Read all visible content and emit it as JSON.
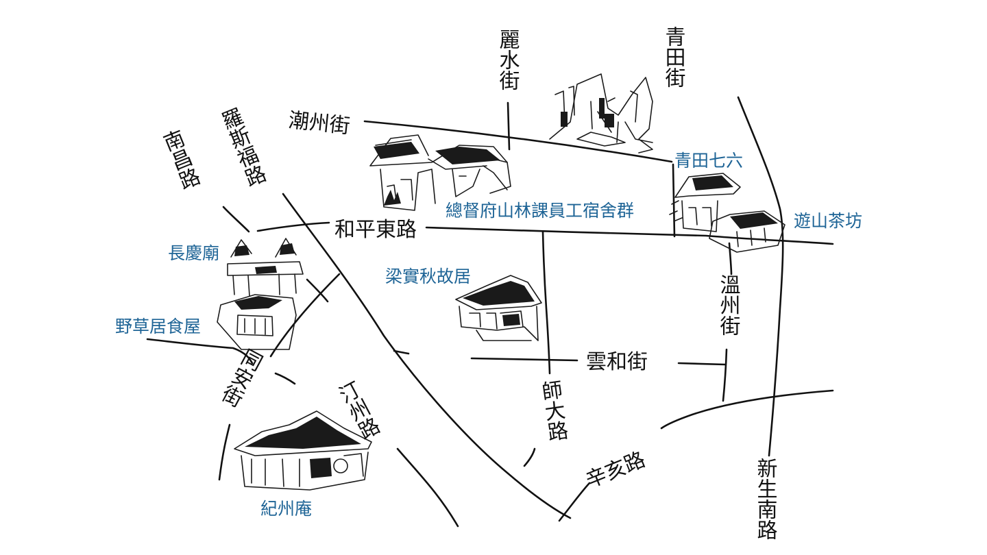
{
  "colors": {
    "place_label": "#1e6496",
    "ink": "#111111",
    "background": "#ffffff"
  },
  "streets": {
    "lishui": "麗水街",
    "qingtian": "青田街",
    "chaozhou": "潮州街",
    "nanchang": "南昌路",
    "roosevelt": "羅斯福路",
    "heping_east": "和平東路",
    "wenzhou": "溫州街",
    "yunhe": "雲和街",
    "shida": "師大路",
    "tongan": "同安街",
    "tingzhou": "汀州路",
    "xinhai": "辛亥路",
    "xinsheng_south": "新生南路"
  },
  "places": {
    "qingtian76": "青田七六",
    "forestry_dorms": "總督府山林課員工宿舍群",
    "youshan_tea": "遊山茶坊",
    "changqing_temple": "長慶廟",
    "liang_shiqiu": "梁實秋故居",
    "yecaoju": "野草居食屋",
    "kishu_an": "紀州庵"
  },
  "icons": [
    "street-scene-sketch",
    "japanese-house-sketch",
    "temple-sketch",
    "house-sketch",
    "kishu-an-sketch"
  ]
}
